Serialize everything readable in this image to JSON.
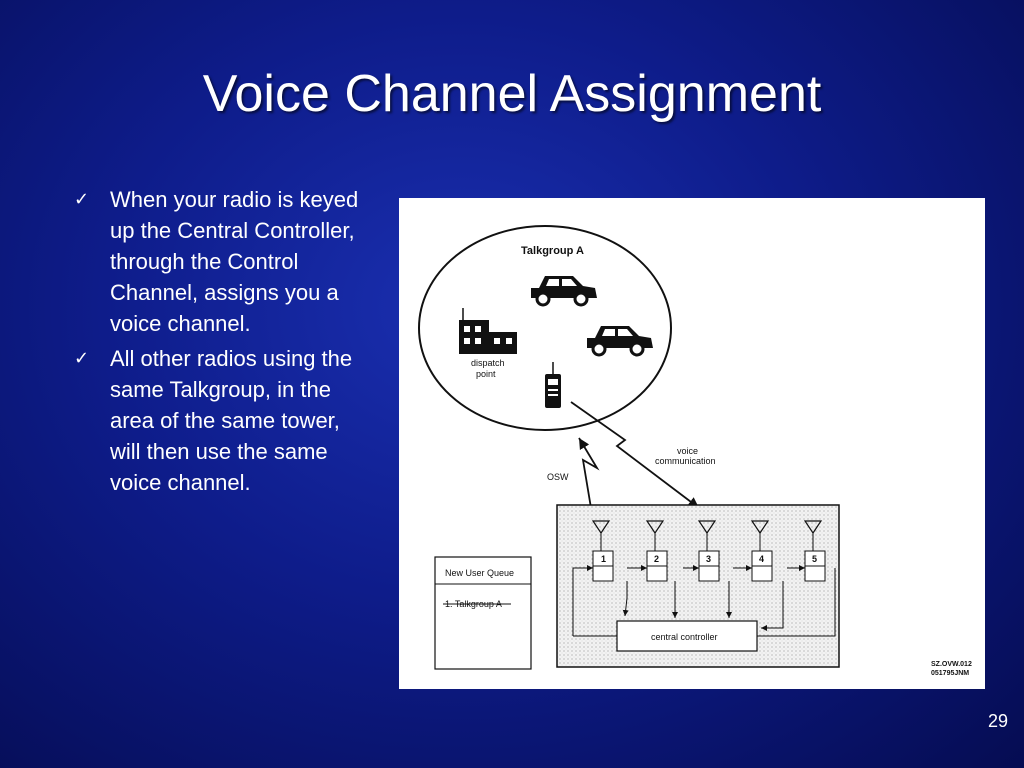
{
  "slide": {
    "title": "Voice Channel Assignment",
    "page_number": "29",
    "bullets": [
      "When your radio is keyed up the Central Controller, through the Control Channel, assigns you a voice channel.",
      "All other radios using the same Talkgroup, in the area of the same tower, will then use the same voice channel."
    ],
    "check_glyph": "✓"
  },
  "diagram": {
    "talkgroup_label": "Talkgroup A",
    "dispatch_label_1": "dispatch",
    "dispatch_label_2": "point",
    "voice_label_1": "voice",
    "voice_label_2": "communication",
    "osw_label": "OSW",
    "queue_title": "New User Queue",
    "queue_item": "1. Talkgroup A",
    "controller_label": "central controller",
    "repeaters": [
      "1",
      "2",
      "3",
      "4",
      "5"
    ],
    "code_1": "SZ.OVW.012",
    "code_2": "051795JNM"
  }
}
